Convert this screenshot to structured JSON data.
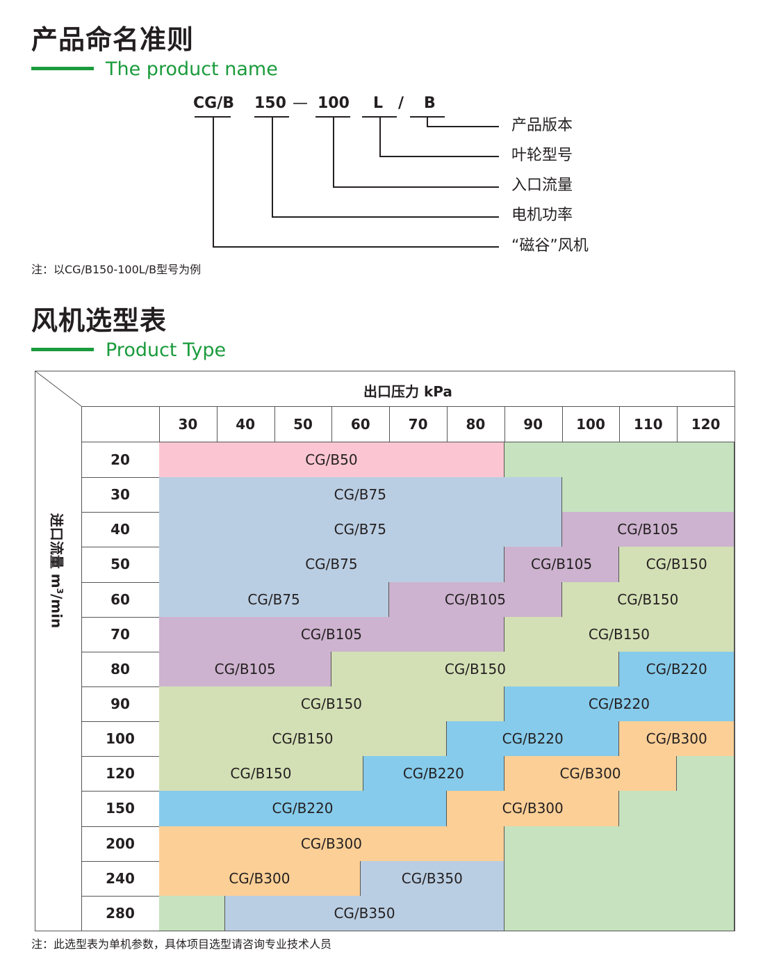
{
  "naming": {
    "title": "产品命名准则",
    "subtitle": "The product name",
    "codes": [
      "CG/B",
      "150",
      "—",
      "100",
      "L",
      "/",
      "B"
    ],
    "legends": [
      "产品版本",
      "叶轮型号",
      "入口流量",
      "电机功率",
      "“磁谷”风机"
    ],
    "note": "注：以CG/B150-100L/B型号为例"
  },
  "selection": {
    "title": "风机选型表",
    "subtitle": "Product Type",
    "pressure_header": "出口压力 kPa",
    "flow_header_main": "进口流量 m",
    "flow_header_sup": "3",
    "flow_header_tail": "/min",
    "pressures": [
      "30",
      "40",
      "50",
      "60",
      "70",
      "80",
      "90",
      "100",
      "110",
      "120"
    ],
    "flows": [
      "20",
      "30",
      "40",
      "50",
      "60",
      "70",
      "80",
      "90",
      "100",
      "120",
      "150",
      "200",
      "240",
      "280"
    ],
    "colors": {
      "pink": "#fbc6d2",
      "green": "#c6e2bf",
      "blue": "#bacee3",
      "purple": "#cdb3cf",
      "olive": "#d3e0b5",
      "sky": "#86cbeb",
      "orange": "#fbcf96"
    },
    "rows": [
      [
        {
          "label": "CG/B50",
          "from": 0,
          "to": 6,
          "color": "pink"
        },
        {
          "label": "",
          "from": 6,
          "to": 10,
          "color": "green"
        }
      ],
      [
        {
          "label": "CG/B75",
          "from": 0,
          "to": 7,
          "color": "blue"
        },
        {
          "label": "",
          "from": 7,
          "to": 10,
          "color": "green"
        }
      ],
      [
        {
          "label": "CG/B75",
          "from": 0,
          "to": 7,
          "color": "blue"
        },
        {
          "label": "CG/B105",
          "from": 7,
          "to": 10,
          "color": "purple"
        }
      ],
      [
        {
          "label": "CG/B75",
          "from": 0,
          "to": 6,
          "color": "blue"
        },
        {
          "label": "CG/B105",
          "from": 6,
          "to": 8,
          "color": "purple"
        },
        {
          "label": "CG/B150",
          "from": 8,
          "to": 10,
          "color": "olive"
        }
      ],
      [
        {
          "label": "CG/B75",
          "from": 0,
          "to": 4,
          "color": "blue"
        },
        {
          "label": "CG/B105",
          "from": 4,
          "to": 7,
          "color": "purple"
        },
        {
          "label": "CG/B150",
          "from": 7,
          "to": 10,
          "color": "olive"
        }
      ],
      [
        {
          "label": "CG/B105",
          "from": 0,
          "to": 6,
          "color": "purple"
        },
        {
          "label": "CG/B150",
          "from": 6,
          "to": 10,
          "color": "olive"
        }
      ],
      [
        {
          "label": "CG/B105",
          "from": 0,
          "to": 3,
          "color": "purple"
        },
        {
          "label": "CG/B150",
          "from": 3,
          "to": 8,
          "color": "olive"
        },
        {
          "label": "CG/B220",
          "from": 8,
          "to": 10,
          "color": "sky"
        }
      ],
      [
        {
          "label": "CG/B150",
          "from": 0,
          "to": 6,
          "color": "olive"
        },
        {
          "label": "CG/B220",
          "from": 6,
          "to": 10,
          "color": "sky"
        }
      ],
      [
        {
          "label": "CG/B150",
          "from": 0,
          "to": 5,
          "color": "olive"
        },
        {
          "label": "CG/B220",
          "from": 5,
          "to": 8,
          "color": "sky"
        },
        {
          "label": "CG/B300",
          "from": 8,
          "to": 10,
          "color": "orange"
        }
      ],
      [
        {
          "label": "CG/B150",
          "from": 0,
          "to": 3.55,
          "color": "olive"
        },
        {
          "label": "CG/B220",
          "from": 3.55,
          "to": 6,
          "color": "sky"
        },
        {
          "label": "CG/B300",
          "from": 6,
          "to": 9,
          "color": "orange"
        },
        {
          "label": "",
          "from": 9,
          "to": 10,
          "color": "green"
        }
      ],
      [
        {
          "label": "CG/B220",
          "from": 0,
          "to": 5,
          "color": "sky"
        },
        {
          "label": "CG/B300",
          "from": 5,
          "to": 8,
          "color": "orange"
        },
        {
          "label": "",
          "from": 8,
          "to": 10,
          "color": "green"
        }
      ],
      [
        {
          "label": "CG/B300",
          "from": 0,
          "to": 6,
          "color": "orange"
        },
        {
          "label": "",
          "from": 6,
          "to": 10,
          "color": "green"
        }
      ],
      [
        {
          "label": "CG/B300",
          "from": 0,
          "to": 3.5,
          "color": "orange"
        },
        {
          "label": "CG/B350",
          "from": 3.5,
          "to": 6,
          "color": "blue"
        },
        {
          "label": "",
          "from": 6,
          "to": 10,
          "color": "green"
        }
      ],
      [
        {
          "label": "",
          "from": 0,
          "to": 1.15,
          "color": "green"
        },
        {
          "label": "CG/B350",
          "from": 1.15,
          "to": 6,
          "color": "blue"
        },
        {
          "label": "",
          "from": 6,
          "to": 10,
          "color": "green"
        }
      ]
    ],
    "note": "注：此选型表为单机参数，具体项目选型请咨询专业技术人员"
  }
}
